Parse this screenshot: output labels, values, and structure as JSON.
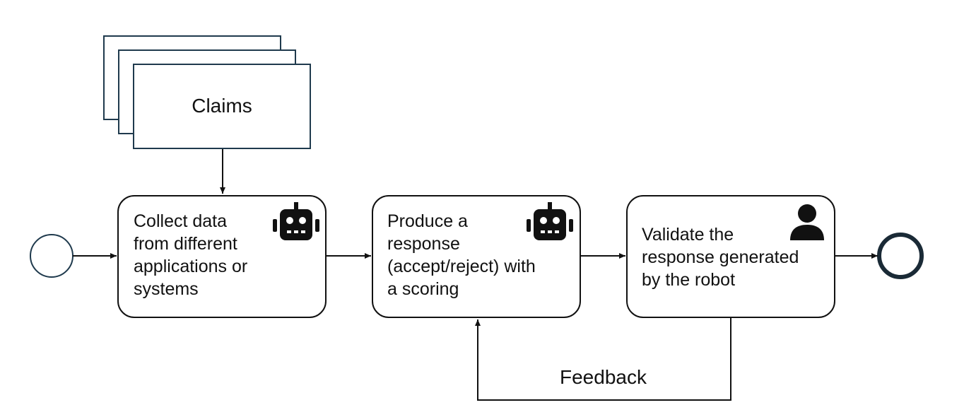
{
  "colors": {
    "stroke": "#111111",
    "event_stroke": "#1f3a4d",
    "end_event_stroke": "#1a2a36",
    "doc_stroke": "#1f3a4d"
  },
  "data_object": {
    "label": "Claims"
  },
  "tasks": [
    {
      "text": "Collect data\nfrom different\napplications or\nsystems",
      "icon": "robot-icon"
    },
    {
      "text": "Produce a\nresponse\n(accept/reject) with\na scoring",
      "icon": "robot-icon"
    },
    {
      "text": "Validate the\nresponse generated\nby the robot",
      "icon": "person-icon"
    }
  ],
  "feedback_label": "Feedback"
}
